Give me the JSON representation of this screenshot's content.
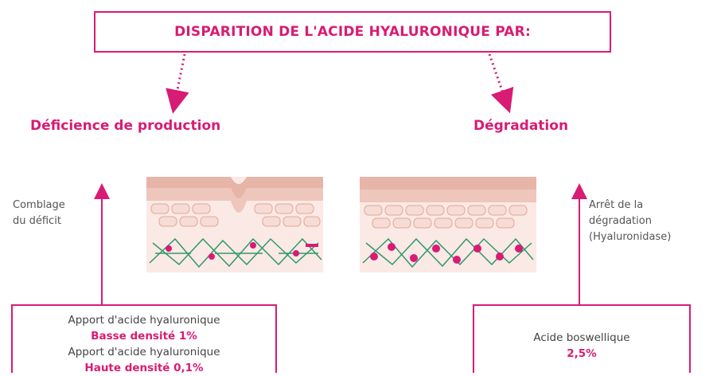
{
  "title": "DISPARITION DE L'ACIDE HYALURONIQUE PAR:",
  "left": {
    "heading": "Déficience de production",
    "side_line1": "Comblage",
    "side_line2": "du déficit",
    "box_line1": "Apport d'acide hyaluronique",
    "box_line2": "Basse densité 1%",
    "box_line3": "Apport d'acide hyaluronique",
    "box_line4": "Haute densité 0,1%"
  },
  "right": {
    "heading": "Dégradation",
    "side_line1": "Arrêt de la",
    "side_line2": "dégradation",
    "side_line3": "(Hyaluronidase)",
    "box_line1": "Acide boswellique",
    "box_line2": "2,5%"
  },
  "colors": {
    "accent": "#d81b74",
    "skin_top": "#e8b9ae",
    "skin_cells": "#f4d9d2",
    "fibers": "#2f9a6a"
  }
}
